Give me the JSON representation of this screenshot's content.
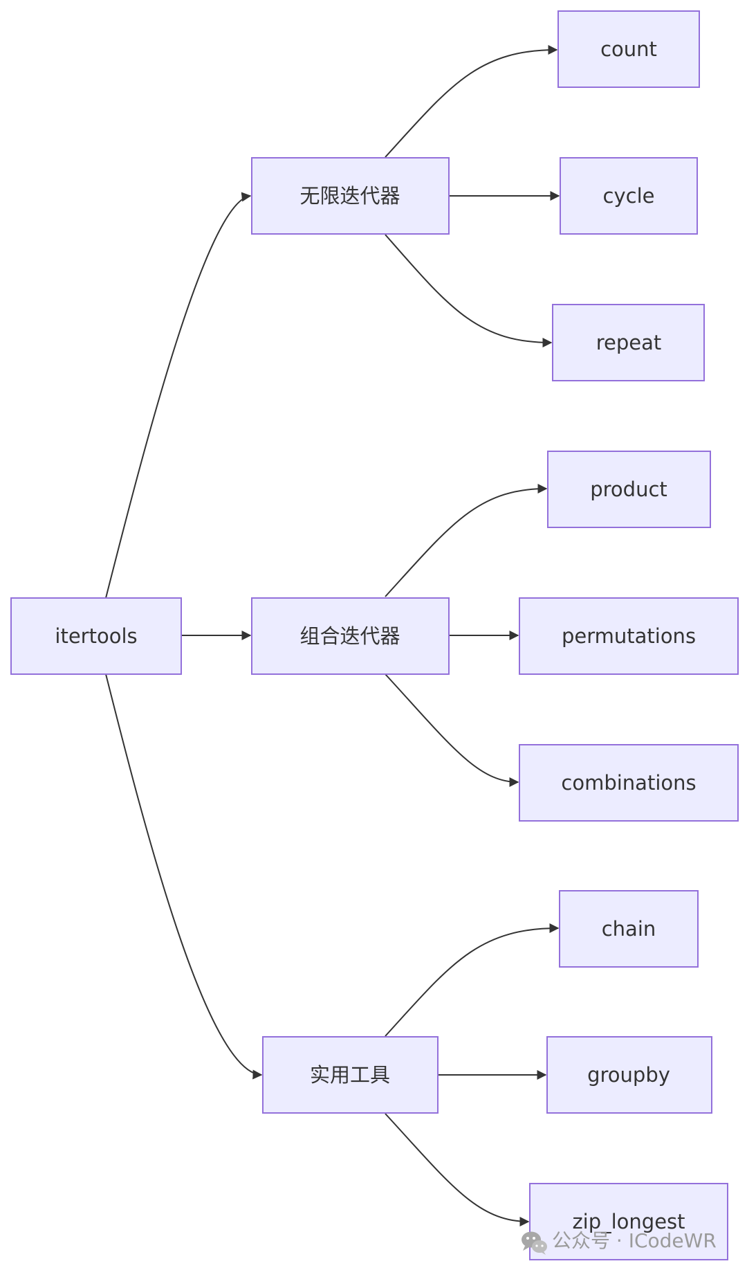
{
  "nodes": {
    "root": "itertools",
    "infinite": "无限迭代器",
    "combinatoric": "组合迭代器",
    "utility": "实用工具",
    "count": "count",
    "cycle": "cycle",
    "repeat": "repeat",
    "product": "product",
    "permutations": "permutations",
    "combinations": "combinations",
    "chain": "chain",
    "groupby": "groupby",
    "zip_longest": "zip_longest"
  },
  "edges": [
    [
      "root",
      "infinite"
    ],
    [
      "root",
      "combinatoric"
    ],
    [
      "root",
      "utility"
    ],
    [
      "infinite",
      "count"
    ],
    [
      "infinite",
      "cycle"
    ],
    [
      "infinite",
      "repeat"
    ],
    [
      "combinatoric",
      "product"
    ],
    [
      "combinatoric",
      "permutations"
    ],
    [
      "combinatoric",
      "combinations"
    ],
    [
      "utility",
      "chain"
    ],
    [
      "utility",
      "groupby"
    ],
    [
      "utility",
      "zip_longest"
    ]
  ],
  "colors": {
    "node_fill": "#ececff",
    "node_border": "#9370db",
    "edge": "#333333",
    "text": "#333333"
  },
  "watermark": {
    "icon": "wechat-icon",
    "text": "公众号 · ICodeWR"
  }
}
